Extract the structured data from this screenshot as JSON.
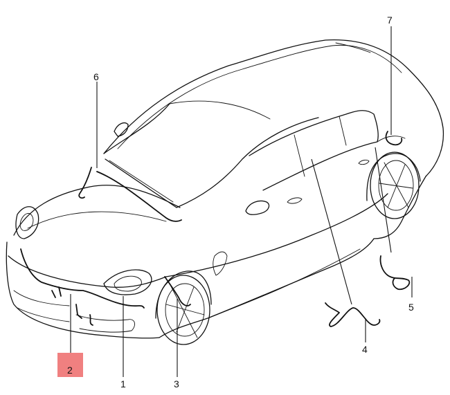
{
  "callouts": {
    "c1": "1",
    "c2": "2",
    "c3": "3",
    "c4": "4",
    "c5": "5",
    "c6": "6",
    "c7": "7"
  },
  "highlighted_callout": "2",
  "colors": {
    "line": "#111111",
    "highlight": "#f08080",
    "background": "#ffffff"
  }
}
